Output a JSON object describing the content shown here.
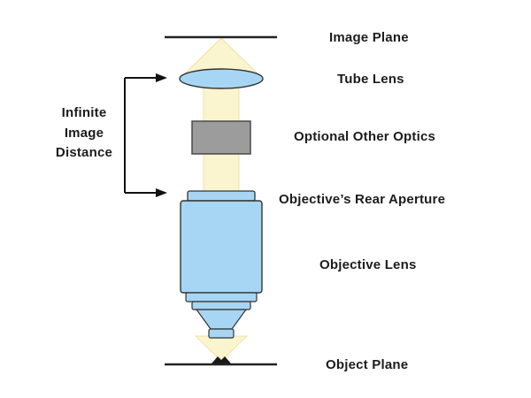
{
  "diagram": {
    "title_hint": "Infinity-corrected microscope optical path",
    "labels": {
      "image_plane": "Image Plane",
      "tube_lens": "Tube Lens",
      "optional_other_optics": "Optional Other Optics",
      "objectives_rear_aperture": "Objective’s Rear Aperture",
      "objective_lens": "Objective Lens",
      "object_plane": "Object Plane",
      "infinite_image_distance": "Infinite\nImage\nDistance"
    },
    "colors": {
      "lens_blue": "#a6d6f3",
      "optics_gray": "#9c9c9c",
      "beam_fill": "#faf4cf",
      "beam_edge": "#ebe4a6",
      "outline": "#333333",
      "line_black": "#222222"
    }
  }
}
